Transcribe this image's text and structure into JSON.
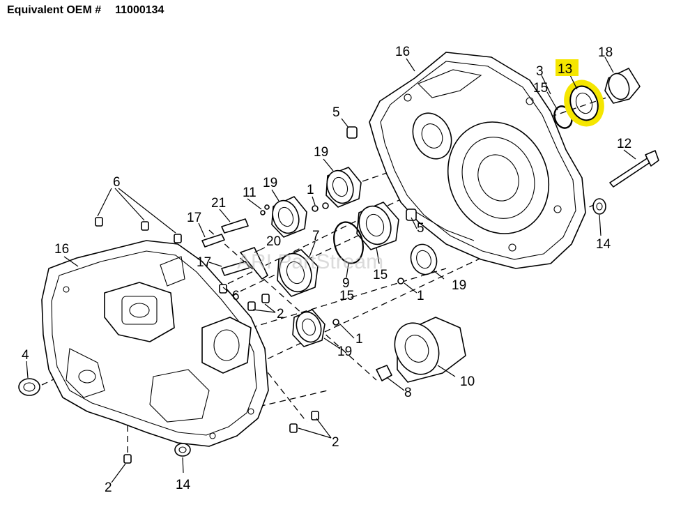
{
  "header": {
    "prefix": "Equivalent OEM #",
    "oem_number": "11000134"
  },
  "watermark": "ARI PartStream",
  "highlight_color": "#f5e600",
  "highlighted_part": "13",
  "callouts": {
    "c16_right": "16",
    "c18": "18",
    "c13": "13",
    "c3": "3",
    "c15_seal": "15",
    "c5_top": "5",
    "c12": "12",
    "c19_a": "19",
    "c19_b": "19",
    "c1_a": "1",
    "c11": "11",
    "c21": "21",
    "c17_a": "17",
    "c20": "20",
    "c7": "7",
    "c6_top": "6",
    "c16_left": "16",
    "c17_b": "17",
    "c9": "9",
    "c15_b": "15",
    "c15_c": "15",
    "c5_mid": "5",
    "c19_c": "19",
    "c1_b": "1",
    "c14_right": "14",
    "c6_mid": "6",
    "c2_mid": "2",
    "c19_d": "19",
    "c1_c": "1",
    "c10": "10",
    "c8": "8",
    "c4": "4",
    "c2_right": "2",
    "c2_bottom": "2",
    "c14_bottom": "14"
  }
}
